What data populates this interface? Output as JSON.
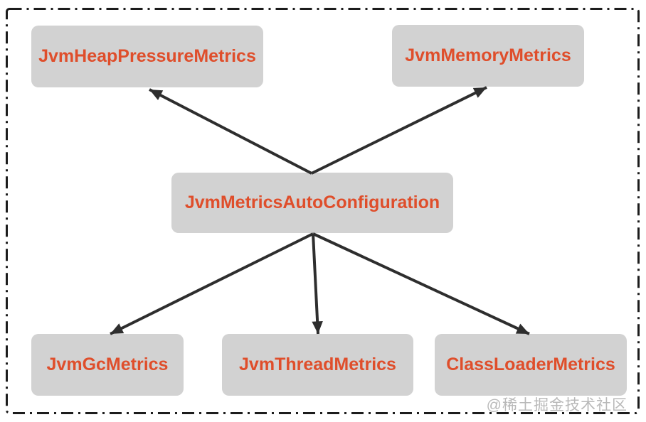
{
  "diagram": {
    "nodes": {
      "heap_pressure": {
        "label": "JvmHeapPressureMetrics"
      },
      "memory": {
        "label": "JvmMemoryMetrics"
      },
      "auto_config": {
        "label": "JvmMetricsAutoConfiguration"
      },
      "gc": {
        "label": "JvmGcMetrics"
      },
      "thread": {
        "label": "JvmThreadMetrics"
      },
      "class_loader": {
        "label": "ClassLoaderMetrics"
      }
    },
    "edges": [
      {
        "from": "JvmMetricsAutoConfiguration",
        "to": "JvmHeapPressureMetrics"
      },
      {
        "from": "JvmMetricsAutoConfiguration",
        "to": "JvmMemoryMetrics"
      },
      {
        "from": "JvmMetricsAutoConfiguration",
        "to": "JvmGcMetrics"
      },
      {
        "from": "JvmMetricsAutoConfiguration",
        "to": "JvmThreadMetrics"
      },
      {
        "from": "JvmMetricsAutoConfiguration",
        "to": "ClassLoaderMetrics"
      }
    ],
    "colors": {
      "node_fill": "#d2d2d2",
      "node_text": "#df4e2b",
      "arrow": "#2e2e2e",
      "frame": "#1c1c1c",
      "watermark": "#b9b9b9",
      "background": "#ffffff"
    }
  },
  "watermark": {
    "text": "@稀土掘金技术社区"
  }
}
